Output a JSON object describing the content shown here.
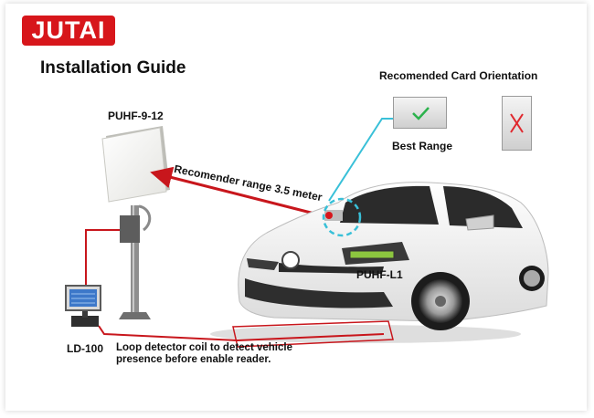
{
  "brand": {
    "logo_text": "JUTAI",
    "color": "#d7161b"
  },
  "title": "Installation Guide",
  "orientation": {
    "heading": "Recomended Card Orientation",
    "good_caption": "Best Range",
    "good_icon": "checkmark-icon",
    "good_color": "#2bb24c",
    "bad_icon": "cross-icon",
    "bad_color": "#e0282e"
  },
  "devices": {
    "antenna": "PUHF-9-12",
    "tag": "PUHF-L1",
    "controller": "LD-100"
  },
  "range_label": "Recomender range 3.5 meter",
  "loop_note": {
    "line1": "Loop detector coil to detect vehicle",
    "line2": "presence before enable reader."
  },
  "colors": {
    "arrow": "#c8161c",
    "wire": "#c8161c",
    "highlight": "#39c0d8"
  }
}
